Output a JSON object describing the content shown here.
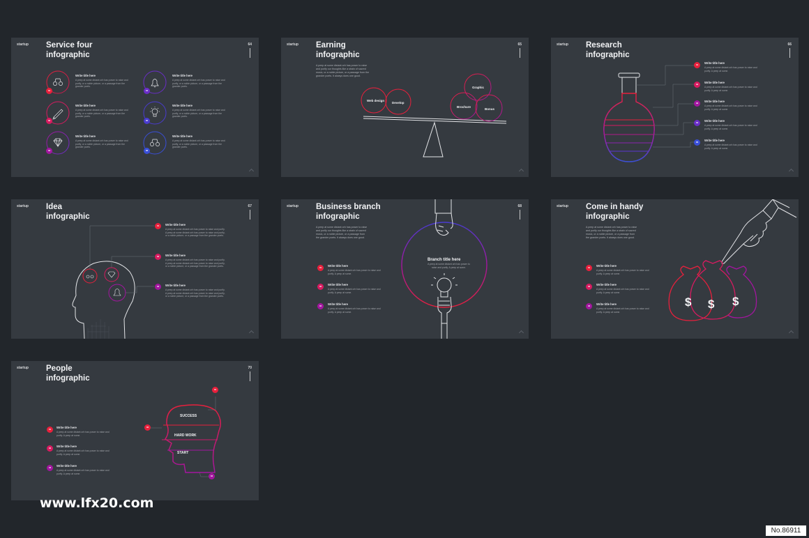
{
  "brand": "startup",
  "lorem_short": "A peep at some distant orb has power to raise and purify, or a noble picture, or a passage from the grander poets.",
  "lorem_brief": "A peep at some distant orb has power to raise and purify. A peep at some.",
  "lorem_intro": "A peep at some distant orb has power to raise and purify our thoughts like a strain of sacred music, or a noble picture, or a passage from the grander poets. It always does one good.",
  "lorem_long": "A peep at some distant orb has power to raise and purify. A peep at some distant orb has power to raise and purify, or a noble picture, or a passage from the grander poets.",
  "item_title": "Write title here",
  "slides": [
    {
      "page": "64",
      "title_1": "Service four",
      "title_2": "infographic",
      "badges": [
        "01",
        "02",
        "03",
        "04",
        "05",
        "06"
      ],
      "icons": [
        "binoculars-icon",
        "pencil-icon",
        "diamond-icon",
        "bell-icon",
        "lightbulb-icon",
        "binoculars-icon"
      ]
    },
    {
      "page": "65",
      "title_1": "Earning",
      "title_2": "infographic",
      "left_labels": [
        "Web design",
        "Develop"
      ],
      "right_labels": [
        "Graphic",
        "Brochure",
        "Bonus"
      ]
    },
    {
      "page": "66",
      "title_1": "Research",
      "title_2": "infographic",
      "badges": [
        "01",
        "02",
        "03",
        "04",
        "05"
      ]
    },
    {
      "page": "67",
      "title_1": "Idea",
      "title_2": "infographic",
      "badges": [
        "01",
        "02",
        "03"
      ]
    },
    {
      "page": "68",
      "title_1": "Business branch",
      "title_2": "infographic",
      "badges": [
        "01",
        "02",
        "03"
      ],
      "circle_title": "Branch title here",
      "circle_text": "A peep at some distant orb has power to raise and purify. A peep at some."
    },
    {
      "page": "69",
      "title_1": "Come in handy",
      "title_2": "infographic",
      "badges": [
        "01",
        "02",
        "03"
      ],
      "money_symbol": "$"
    },
    {
      "page": "70",
      "title_1": "People",
      "title_2": "infographic",
      "badges": [
        "01",
        "02",
        "03"
      ],
      "head_badges": [
        "01",
        "02",
        "03"
      ],
      "levels": [
        "SUCCESS",
        "HARD WORK",
        "START"
      ]
    }
  ],
  "watermark": "www.lfx20.com",
  "id_tag": "No.86911",
  "colors": {
    "background": "#22262b",
    "slide": "#353a40",
    "red": "#e8203c",
    "pink": "#d81b60",
    "magenta": "#a3169f",
    "purple": "#6a2ec8",
    "blue": "#3a4fd8"
  }
}
